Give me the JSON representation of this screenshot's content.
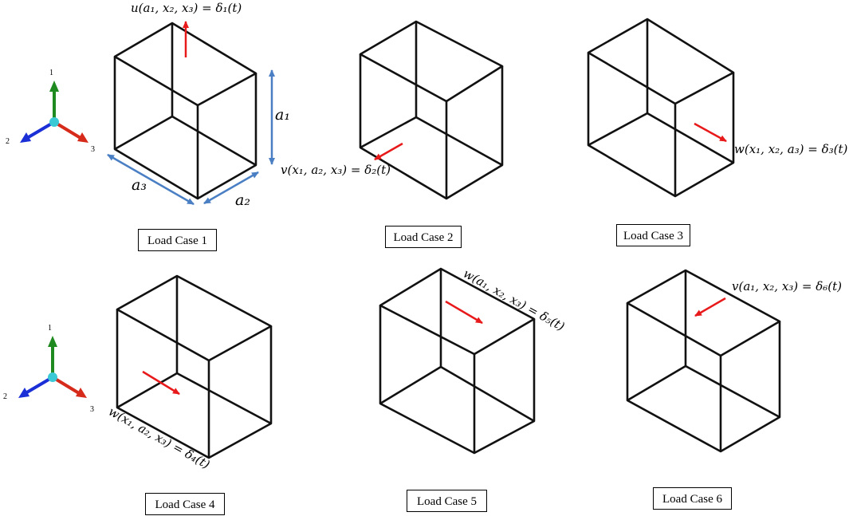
{
  "captions": [
    "Load Case 1",
    "Load Case 2",
    "Load Case 3",
    "Load Case 4",
    "Load Case 5",
    "Load Case 6"
  ],
  "equations": {
    "eq1": "u(a₁, x₂, x₃) = δ₁(t)",
    "eq2": "v(x₁, a₂, x₃) = δ₂(t)",
    "eq3": "w(x₁, x₂, a₃) = δ₃(t)",
    "eq4": "w(x₁, a₂, x₃) = δ₄(t)",
    "eq5": "w(a₁, x₂, x₃) = δ₅(t)",
    "eq6": "v(a₁, x₂, x₃) = δ₆(t)"
  },
  "dimensions": {
    "a1": "a₁",
    "a2": "a₂",
    "a3": "a₃"
  },
  "triad": {
    "axis1": "1",
    "axis2": "2",
    "axis3": "3"
  },
  "colors": {
    "load_arrow": "#e8191a",
    "dimension_arrow": "#4a7fc4",
    "axis_1": "#1f8a1f",
    "axis_2": "#1a2fd6",
    "axis_3": "#d62a1a",
    "origin": "#3cc9d6"
  }
}
